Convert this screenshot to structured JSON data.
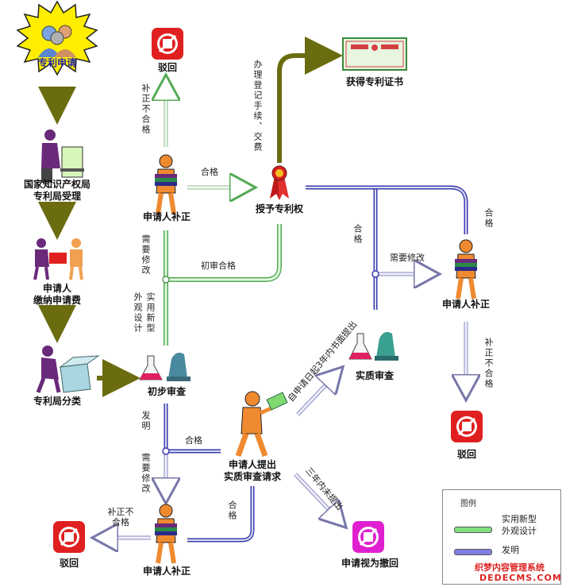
{
  "nodes": {
    "apply": "专利申请",
    "accept_line1": "国家知识产权局",
    "accept_line2": "专利局受理",
    "pay_line1": "申请人",
    "pay_line2": "缴纳申请费",
    "sort": "专利局分类",
    "prelim": "初步审查",
    "correct_top": "申请人补正",
    "correct_right": "申请人补正",
    "correct_bottom": "申请人补正",
    "reject_top": "驳回",
    "reject_right": "驳回",
    "reject_bottom": "驳回",
    "grant": "授予专利权",
    "certificate": "获得专利证书",
    "substantive": "实质审查",
    "request_line1": "申请人提出",
    "request_line2": "实质审查请求",
    "withdrawn": "申请视为撤回"
  },
  "edges": {
    "top_reject_label": "补正不合格",
    "top_pass": "合格",
    "need_modify_left": "需要修改",
    "design_types": "外观设计",
    "utility_types": "实用新型",
    "prelim_pass": "初审合格",
    "register": "办理登记手续、交费",
    "invention": "发明",
    "bottom_pass": "合格",
    "need_modify_bottom": "需要修改",
    "bottom_reject": "补正不合格",
    "bottom_right_pass": "合格",
    "request_within": "自申请日起3年内书面提出",
    "not_within": "三年内未提出",
    "right_pass_mid": "合格",
    "right_need_modify": "需要修改",
    "right_pass_top": "合格",
    "right_reject": "补正不合格"
  },
  "legend": {
    "title": "图例",
    "green_line1": "实用新型",
    "green_line2": "外观设计",
    "blue": "发明"
  },
  "colors": {
    "olive_arrow": "#6b6b10",
    "green_path": "#5fd35f",
    "blue_path": "#3a3ab0",
    "stop_red": "#e02020",
    "withdraw_magenta": "#e020d0",
    "burst_yellow": "#ffee00"
  },
  "watermark": {
    "line1": "织梦内容管理系统",
    "line2": "DEDECMS.COM"
  }
}
